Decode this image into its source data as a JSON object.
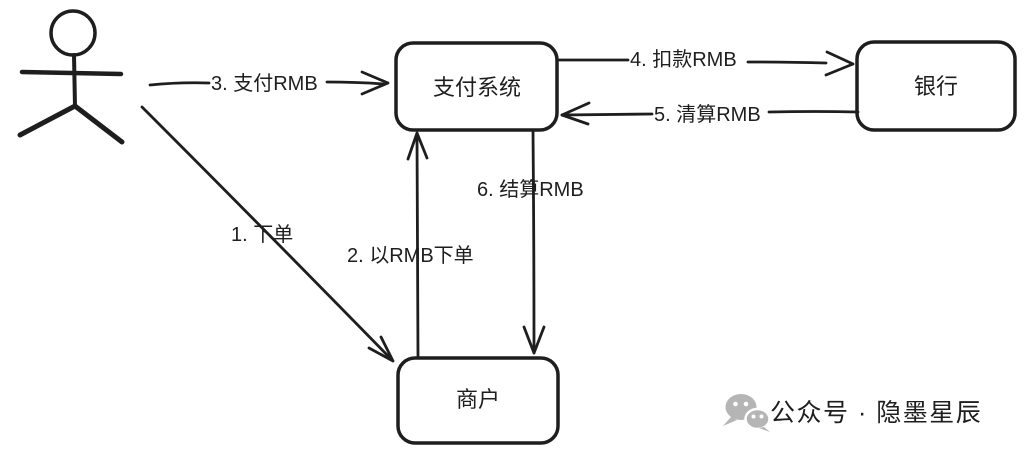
{
  "diagram": {
    "stroke_color": "#1e1e1e",
    "actor": {
      "icon": "stick-figure-icon",
      "role": "user"
    },
    "nodes": {
      "payment_system": {
        "label": "支付系统",
        "fill": "#a6d8f9"
      },
      "bank": {
        "label": "银行",
        "fill": "#ffffff"
      },
      "merchant": {
        "label": "商户",
        "fill": "#ffffff"
      }
    },
    "edges": {
      "e1": {
        "label": "1. 下单",
        "from": "user",
        "to": "merchant"
      },
      "e2": {
        "label": "2. 以RMB下单",
        "from": "merchant",
        "to": "payment_system"
      },
      "e3": {
        "label": "3. 支付RMB",
        "from": "user",
        "to": "payment_system"
      },
      "e4": {
        "label": "4. 扣款RMB",
        "from": "payment_system",
        "to": "bank"
      },
      "e5": {
        "label": "5. 清算RMB",
        "from": "bank",
        "to": "payment_system"
      },
      "e6": {
        "label": "6. 结算RMB",
        "from": "payment_system",
        "to": "merchant"
      }
    }
  },
  "watermark": {
    "icon": "wechat-icon",
    "text": "公众号 · 隐墨星辰",
    "color": "#b5b5b5"
  }
}
